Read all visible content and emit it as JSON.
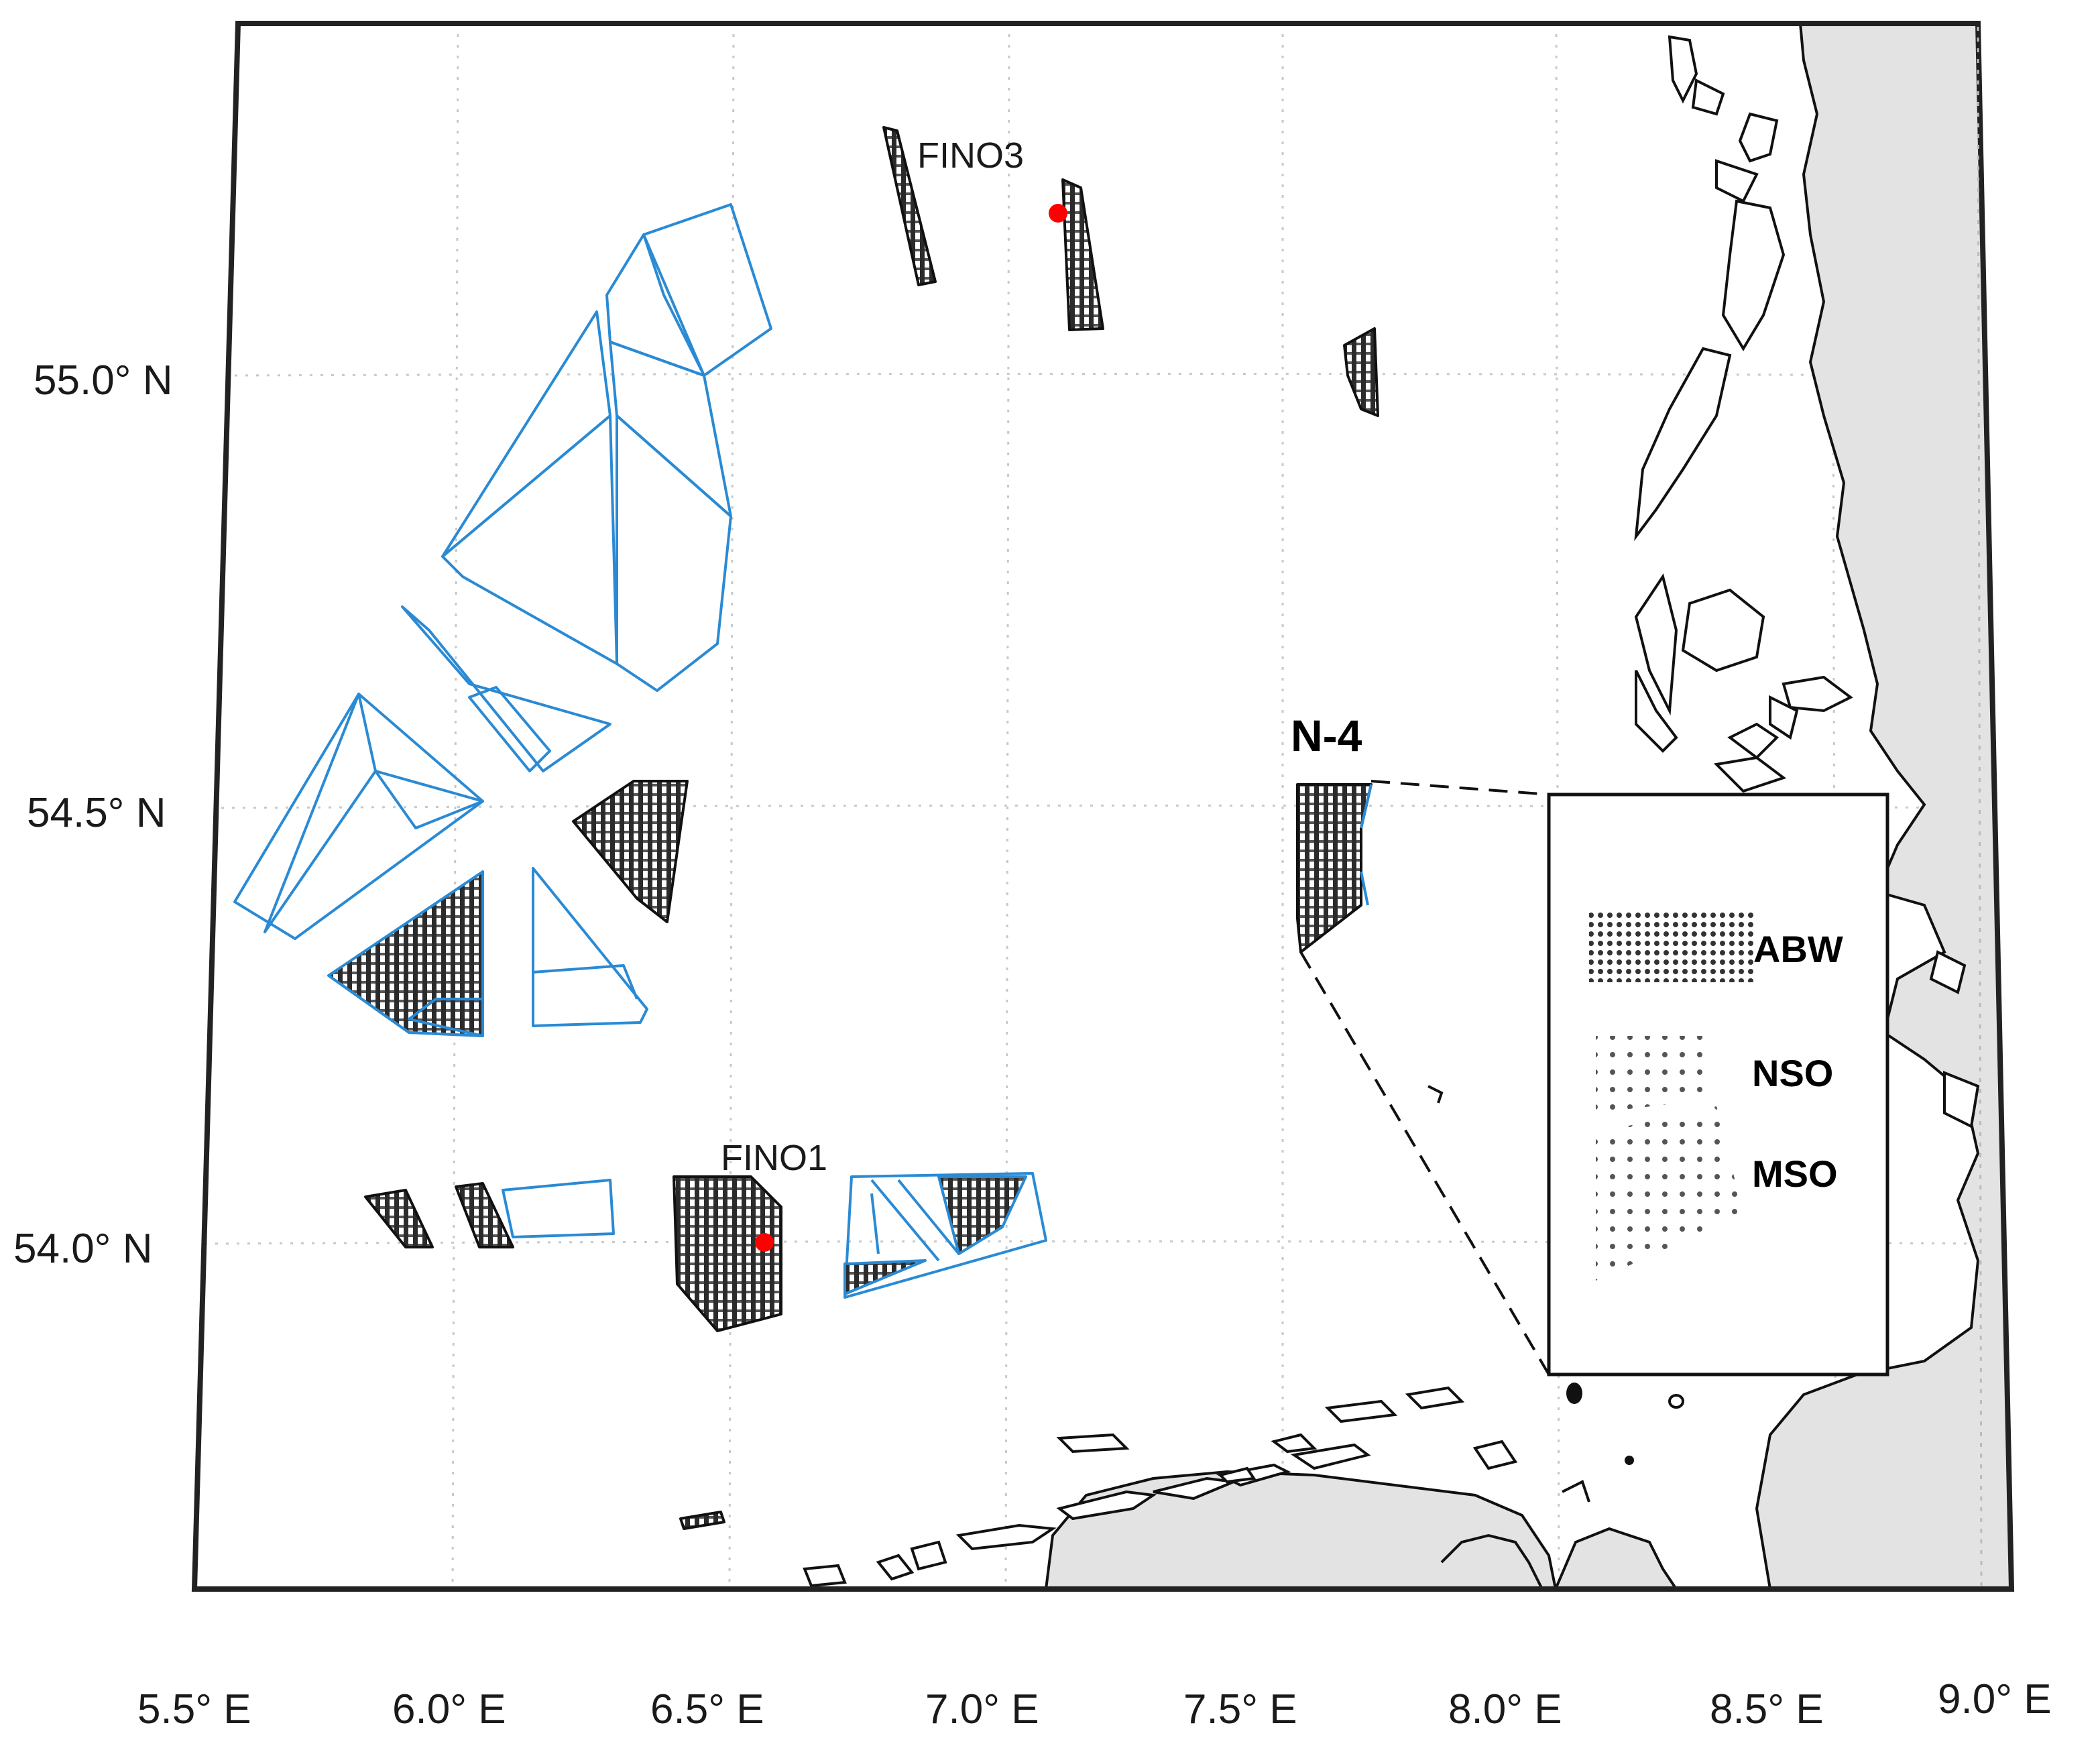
{
  "map": {
    "x_axis_labels": [
      "5.5° E",
      "6.0° E",
      "6.5° E",
      "7.0° E",
      "7.5° E",
      "8.0° E",
      "8.5° E",
      "9.0° E"
    ],
    "y_axis_labels": [
      "55.0° N",
      "54.5° N",
      "54.0° N"
    ],
    "colors": {
      "planned_wind_farm_outline": "#2a8ad4",
      "existing_wind_farm": "#111111",
      "land": "#e3e3e3",
      "measurement_station": "#ff0000"
    },
    "stations": [
      {
        "label": "FINO3",
        "lon": 7.16,
        "lat": 55.2
      },
      {
        "label": "FINO1",
        "lon": 6.59,
        "lat": 54.01
      }
    ],
    "area_label": "N-4",
    "legend": {
      "items": [
        {
          "label": "ABW"
        },
        {
          "label": "NSO"
        },
        {
          "label": "MSO"
        }
      ]
    }
  }
}
